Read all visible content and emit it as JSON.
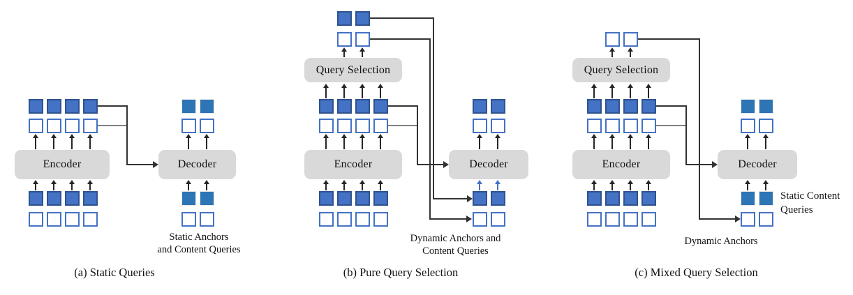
{
  "figure": {
    "colors": {
      "dynamic_fill": "#4472C4",
      "dynamic_border": "#2F528F",
      "static_fill": "#2E75B6",
      "open_border": "#4472C4",
      "box_gray": "#D9D9D9",
      "line_dark": "#333333",
      "line_gray": "#808080",
      "arrow_blue": "#4472C4"
    },
    "panel_a": {
      "encoder_label": "Encoder",
      "decoder_label": "Decoder",
      "annotation_line1": "Static Anchors",
      "annotation_line2": "and Content Queries",
      "caption": "(a) Static Queries"
    },
    "panel_b": {
      "query_selection_label": "Query Selection",
      "encoder_label": "Encoder",
      "decoder_label": "Decoder",
      "annotation_line1": "Dynamic Anchors and",
      "annotation_line2": "Content Queries",
      "caption": "(b) Pure Query Selection"
    },
    "panel_c": {
      "query_selection_label": "Query Selection",
      "encoder_label": "Encoder",
      "decoder_label": "Decoder",
      "static_queries_line1": "Static Content",
      "static_queries_line2": "Queries",
      "dynamic_anchors_label": "Dynamic Anchors",
      "caption": "(c) Mixed Query Selection"
    }
  }
}
